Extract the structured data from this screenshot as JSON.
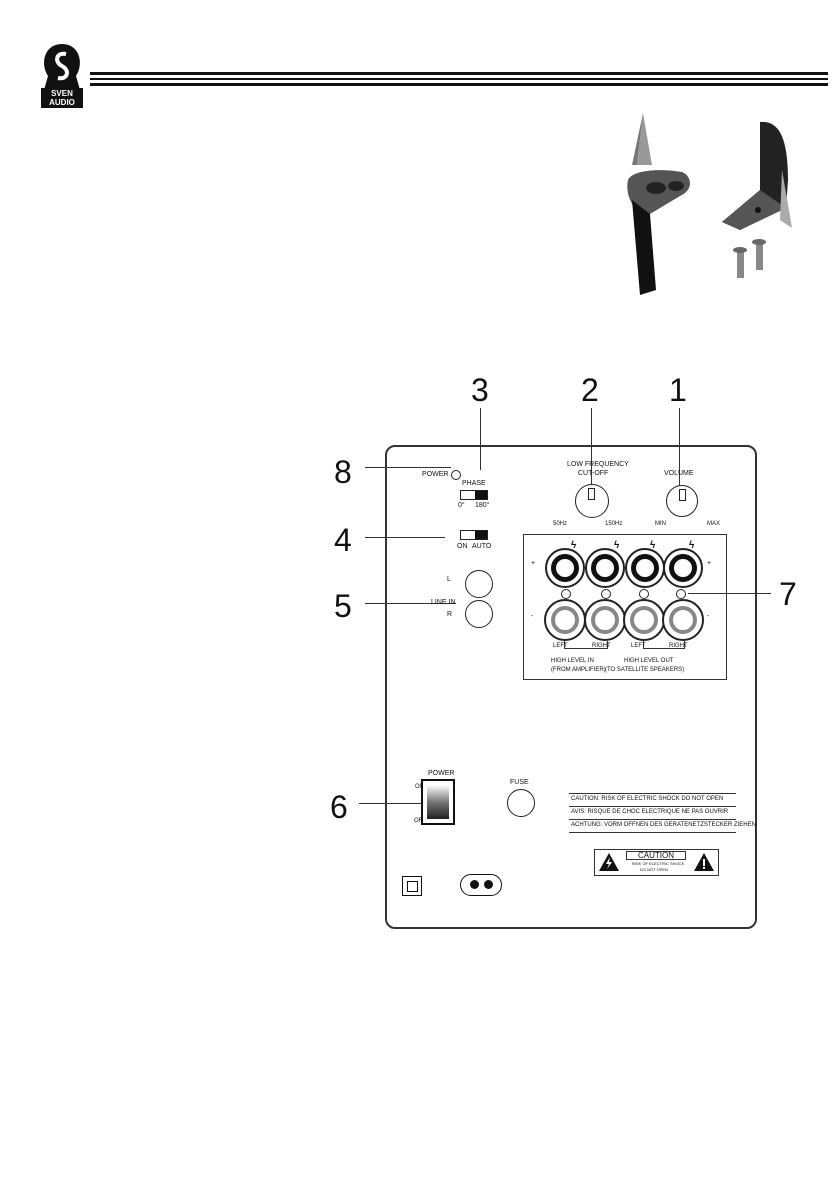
{
  "header": {
    "brand_line1": "SVEN",
    "brand_line2": "AUDIO"
  },
  "callouts": [
    "1",
    "2",
    "3",
    "4",
    "5",
    "6",
    "7",
    "8"
  ],
  "panel": {
    "power_led_label": "POWER",
    "phase": {
      "label": "PHASE",
      "left": "0°",
      "right": "180°"
    },
    "auto": {
      "left": "ON",
      "right": "AUTO"
    },
    "line_in": {
      "label": "LINE IN",
      "l": "L",
      "r": "R"
    },
    "lowfreq": {
      "label_line1": "LOW FREQUENCY",
      "label_line2": "CUT-OFF",
      "min": "50Hz",
      "max": "150Hz"
    },
    "volume": {
      "label": "VOLUME",
      "min": "MIN",
      "max": "MAX"
    },
    "high_level": {
      "plus": "+",
      "minus": "-",
      "left": "LEFT",
      "right": "RIGHT",
      "in_line1": "HIGH LEVEL IN",
      "in_line2": "(FROM AMPLIFIER)",
      "out_line1": "HIGH LEVEL OUT",
      "out_line2": "(TO SATELLITE SPEAKERS)"
    },
    "power_switch": {
      "label": "POWER",
      "on": "ON",
      "off": "OFF"
    },
    "fuse": "FUSE",
    "warnings": [
      "CAUTION: RISK OF ELECTRIC SHOCK DO NOT OPEN",
      "AVIS: RISQUE DE CHOC ELECTRIQUE NE PAS OUVRIR",
      "ACHTUNG: VORM OFFNEN DES GERATENETZSTECKER ZIEHEN"
    ],
    "caution_box": {
      "title": "CAUTION",
      "line1": "RISK OF ELECTRIC SHOCK",
      "line2": "DO NOT OPEN"
    }
  }
}
